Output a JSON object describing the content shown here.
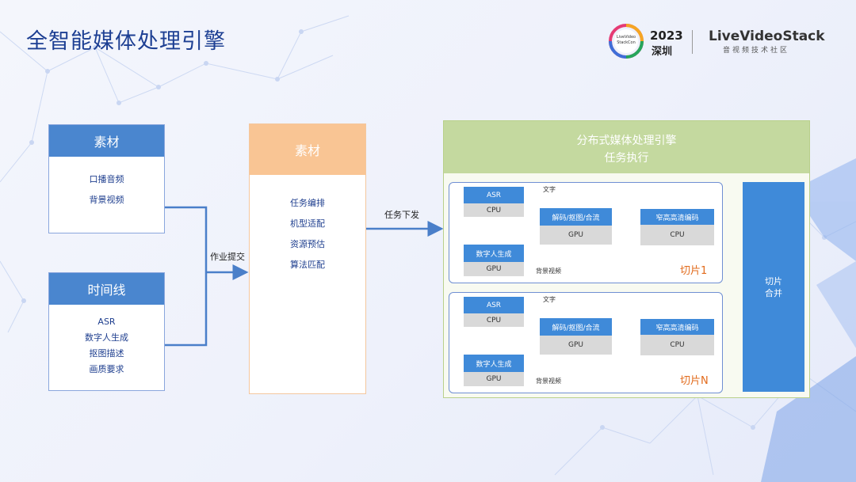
{
  "page": {
    "title": "全智能媒体处理引擎"
  },
  "logo": {
    "badge_text": "LiveVideo StackCon",
    "year": "2023",
    "city": "深圳",
    "brand": "LiveVideoStack",
    "brand_sub": "音视频技术社区"
  },
  "colors": {
    "title": "#1d3f93",
    "blue_header": "#4a86cf",
    "orange_header": "#f9c594",
    "green_panel": "#c4d99f",
    "slice_label": "#e26b1c",
    "merge_bar": "#3f8ad9"
  },
  "materials_box": {
    "header": "素材",
    "items": [
      "口播音频",
      "背景视频"
    ]
  },
  "timeline_box": {
    "header": "时间线",
    "items": [
      "ASR",
      "数字人生成",
      "抠图描述",
      "画质要求"
    ]
  },
  "submit_label": "作业提交",
  "center_box": {
    "header": "素材",
    "items": [
      "任务编排",
      "机型适配",
      "资源预估",
      "算法匹配"
    ]
  },
  "dispatch_label": "任务下发",
  "engine": {
    "title_line1": "分布式媒体处理引擎",
    "title_line2": "任务执行",
    "merge_label_line1": "切片",
    "merge_label_line2": "合并",
    "slices": [
      {
        "label": "切片1",
        "asr": {
          "name": "ASR",
          "device": "CPU"
        },
        "digital_human": {
          "name": "数字人生成",
          "device": "GPU"
        },
        "decode": {
          "name": "解码/抠图/合流",
          "device": "GPU"
        },
        "encode": {
          "name": "窄高高清编码",
          "device": "CPU"
        },
        "text_label": "文字",
        "bg_label": "背景视频"
      },
      {
        "label": "切片N",
        "asr": {
          "name": "ASR",
          "device": "CPU"
        },
        "digital_human": {
          "name": "数字人生成",
          "device": "GPU"
        },
        "decode": {
          "name": "解码/抠图/合流",
          "device": "GPU"
        },
        "encode": {
          "name": "窄高高清编码",
          "device": "CPU"
        },
        "text_label": "文字",
        "bg_label": "背景视频"
      }
    ]
  }
}
